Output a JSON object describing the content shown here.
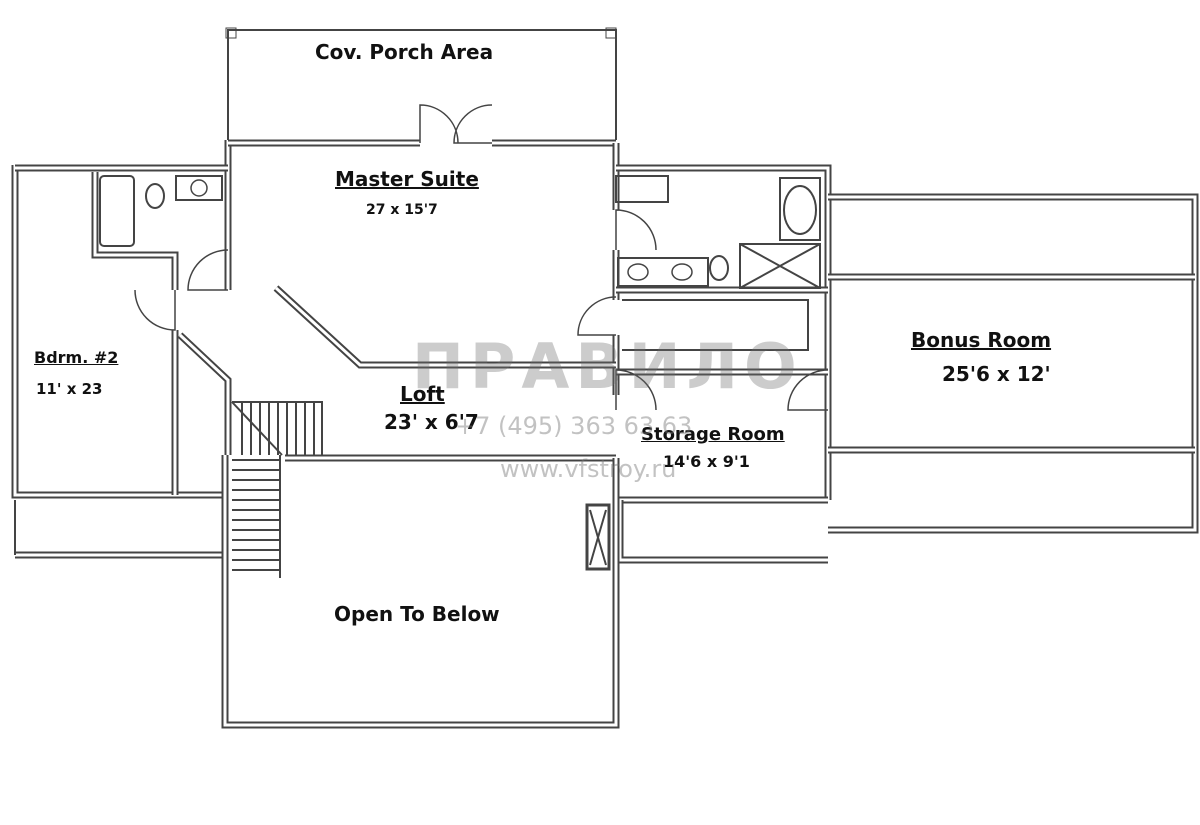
{
  "rooms": {
    "porch": {
      "name": "Cov. Porch Area"
    },
    "master": {
      "name": "Master Suite",
      "size": "27 x 15'7"
    },
    "bdrm2": {
      "name": "Bdrm. #2",
      "size": "11' x 23"
    },
    "loft": {
      "name": "Loft",
      "size": "23' x 6'7"
    },
    "storage": {
      "name": "Storage Room",
      "size": "14'6 x 9'1"
    },
    "bonus": {
      "name": "Bonus Room",
      "size": "25'6 x 12'"
    },
    "open": {
      "name": "Open To Below"
    }
  },
  "watermark": {
    "logo": "ПРАВИЛО",
    "phone": "+7 (495) 363 63 63",
    "url": "www.vfstroy.ru"
  },
  "colors": {
    "wall": "#444444",
    "background": "#ffffff"
  }
}
